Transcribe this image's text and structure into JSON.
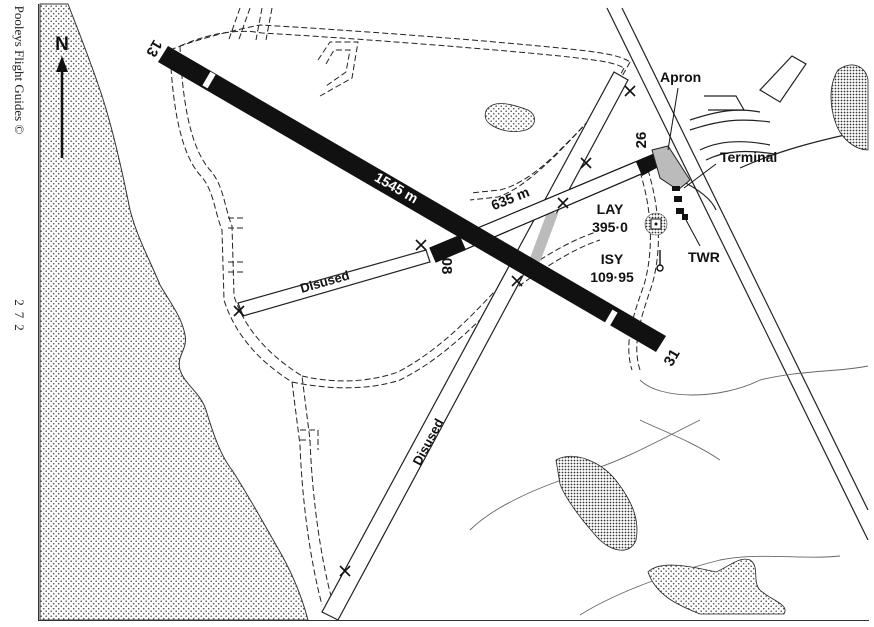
{
  "sidebar": {
    "publisher": "Pooleys Flight Guides",
    "copyright_symbol": "©",
    "page_number": "272"
  },
  "map": {
    "north_label": "N",
    "runways": [
      {
        "designators": [
          "13",
          "31"
        ],
        "length": "1545 m"
      },
      {
        "designators": [
          "08",
          "26"
        ],
        "length": "635 m"
      }
    ],
    "disused_label": "Disused",
    "features": {
      "apron": "Apron",
      "terminal": "Terminal",
      "tower": "TWR"
    },
    "navaids": [
      {
        "ident": "LAY",
        "freq": "395·0"
      },
      {
        "ident": "ISY",
        "freq": "109·95"
      }
    ],
    "colors": {
      "runway": "#111111",
      "sea_stipple": "#555555",
      "apron": "#bbbbbb"
    }
  }
}
